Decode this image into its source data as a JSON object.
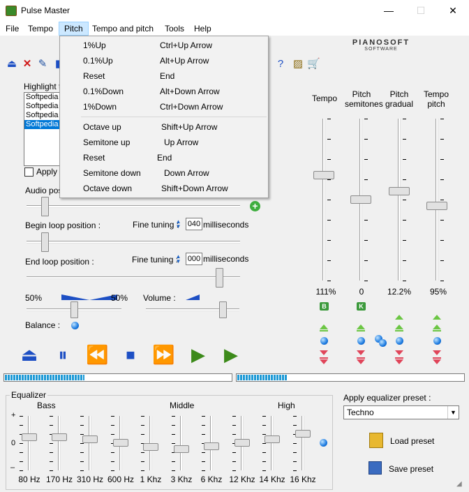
{
  "window": {
    "title": "Pulse Master",
    "minimize": "—",
    "maximize": "☐",
    "close": "✕"
  },
  "menubar": [
    "File",
    "Tempo",
    "Pitch",
    "Tempo and pitch",
    "Tools",
    "Help"
  ],
  "pitch_menu": {
    "items": [
      {
        "label": "1%Up",
        "shortcut": "Ctrl+Up Arrow"
      },
      {
        "label": "0.1%Up",
        "shortcut": "Alt+Up Arrow"
      },
      {
        "label": "Reset",
        "shortcut": "End"
      },
      {
        "label": "0.1%Down",
        "shortcut": "Alt+Down Arrow"
      },
      {
        "label": "1%Down",
        "shortcut": "Ctrl+Down Arrow"
      },
      {
        "label": "Octave up",
        "shortcut": "Shift+Up Arrow"
      },
      {
        "label": "Semitone up",
        "shortcut": "Up Arrow"
      },
      {
        "label": "Reset",
        "shortcut": "End"
      },
      {
        "label": "Semitone down",
        "shortcut": "Down Arrow"
      },
      {
        "label": "Octave down",
        "shortcut": "Shift+Down Arrow"
      }
    ]
  },
  "logo": {
    "line1": "PIANOSOFT",
    "line2": "SOFTWARE"
  },
  "playlist": {
    "header": "Highlight to",
    "items": [
      "Softpedia",
      "Softpedia",
      "Softpedia",
      "Softpedia"
    ],
    "selected_index": 3,
    "apply_label": "Apply s"
  },
  "positions": {
    "audio_label": "Audio pos",
    "begin_label": "Begin loop position :",
    "end_label": "End loop position :",
    "fine_tuning": "Fine tuning :",
    "begin_value": "040",
    "end_value": "000",
    "unit": "milliseconds",
    "audio_pos": 0.07,
    "begin_pos": 0.07,
    "end_pos": 0.92
  },
  "balance": {
    "left": "50%",
    "right": "50%",
    "label": "Balance :",
    "value": 0.5
  },
  "volume": {
    "label": "Volume :",
    "value": 0.85
  },
  "sliders": [
    {
      "label": "Tempo",
      "value": "111%",
      "level": 0.35
    },
    {
      "label": "Pitch semitones",
      "value": "0",
      "level": 0.5
    },
    {
      "label": "Pitch gradual",
      "value": "12.2%",
      "level": 0.45
    },
    {
      "label": "Tempo pitch",
      "value": "95%",
      "level": 0.54
    }
  ],
  "badges": {
    "b": "B",
    "k": "K"
  },
  "equalizer": {
    "title": "Equalizer",
    "band_labels": {
      "bass": "Bass",
      "middle": "Middle",
      "high": "High"
    },
    "scale": {
      "plus": "+",
      "zero": "0",
      "minus": "–"
    },
    "bands": [
      {
        "freq": "80 Hz",
        "level": 0.4
      },
      {
        "freq": "170 Hz",
        "level": 0.4
      },
      {
        "freq": "310 Hz",
        "level": 0.44
      },
      {
        "freq": "600 Hz",
        "level": 0.5
      },
      {
        "freq": "1 Khz",
        "level": 0.58
      },
      {
        "freq": "3 Khz",
        "level": 0.62
      },
      {
        "freq": "6 Khz",
        "level": 0.56
      },
      {
        "freq": "12 Khz",
        "level": 0.5
      },
      {
        "freq": "14 Khz",
        "level": 0.43
      },
      {
        "freq": "16 Khz",
        "level": 0.33
      }
    ]
  },
  "preset": {
    "label": "Apply equalizer preset :",
    "selected": "Techno",
    "load": "Load preset",
    "save": "Save preset"
  },
  "progress": {
    "left": 0.35,
    "right": 0.22
  },
  "colors": {
    "accent": "#0078d7",
    "transport": "#1d4fc4",
    "green": "#6cc644",
    "red": "#e0455a"
  }
}
